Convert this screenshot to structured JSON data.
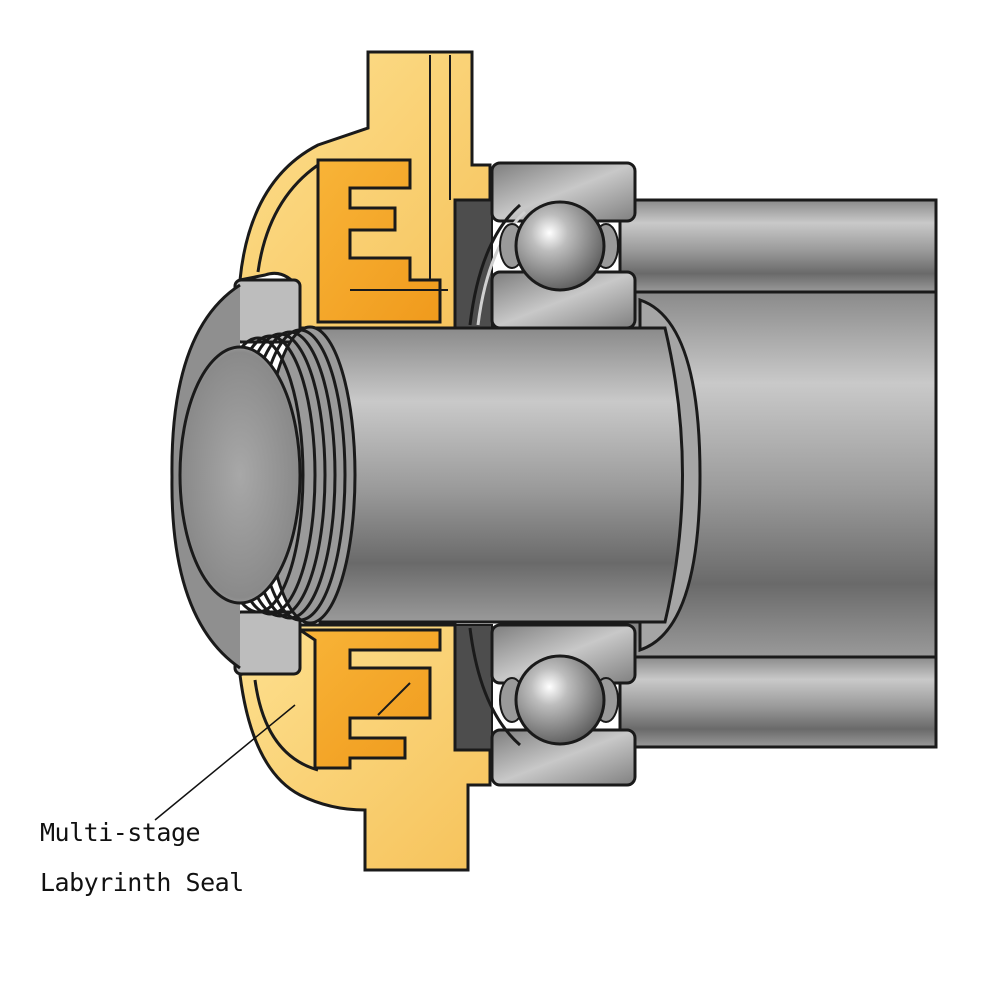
{
  "diagram": {
    "title": "Bearing assembly cross-section with labyrinth seal",
    "components": [
      {
        "id": "labyrinth-seal",
        "name": "Multi-stage labyrinth seal housing",
        "color": "#f5a623"
      },
      {
        "id": "ball-bearing-top",
        "name": "Ball bearing (upper)",
        "color": "#8a8a8a"
      },
      {
        "id": "ball-bearing-bottom",
        "name": "Ball bearing (lower)",
        "color": "#8a8a8a"
      },
      {
        "id": "shaft",
        "name": "Shaft",
        "color": "#9a9a9a"
      },
      {
        "id": "threaded-end",
        "name": "Threaded shaft end",
        "color": "#9a9a9a"
      },
      {
        "id": "lock-nut",
        "name": "Lock nut",
        "color": "#b0b0b0"
      },
      {
        "id": "bearing-housing",
        "name": "Bearing housing",
        "color": "#7a7a7a"
      }
    ],
    "callout": {
      "line1": "Multi-stage",
      "line2": "Labyrinth Seal"
    },
    "colors": {
      "seal_light": "#fcd77a",
      "seal_dark": "#f5a623",
      "steel_light": "#d6d6d6",
      "steel_mid": "#9c9c9c",
      "steel_dark": "#5e5e5e",
      "outline": "#1a1a1a"
    }
  }
}
